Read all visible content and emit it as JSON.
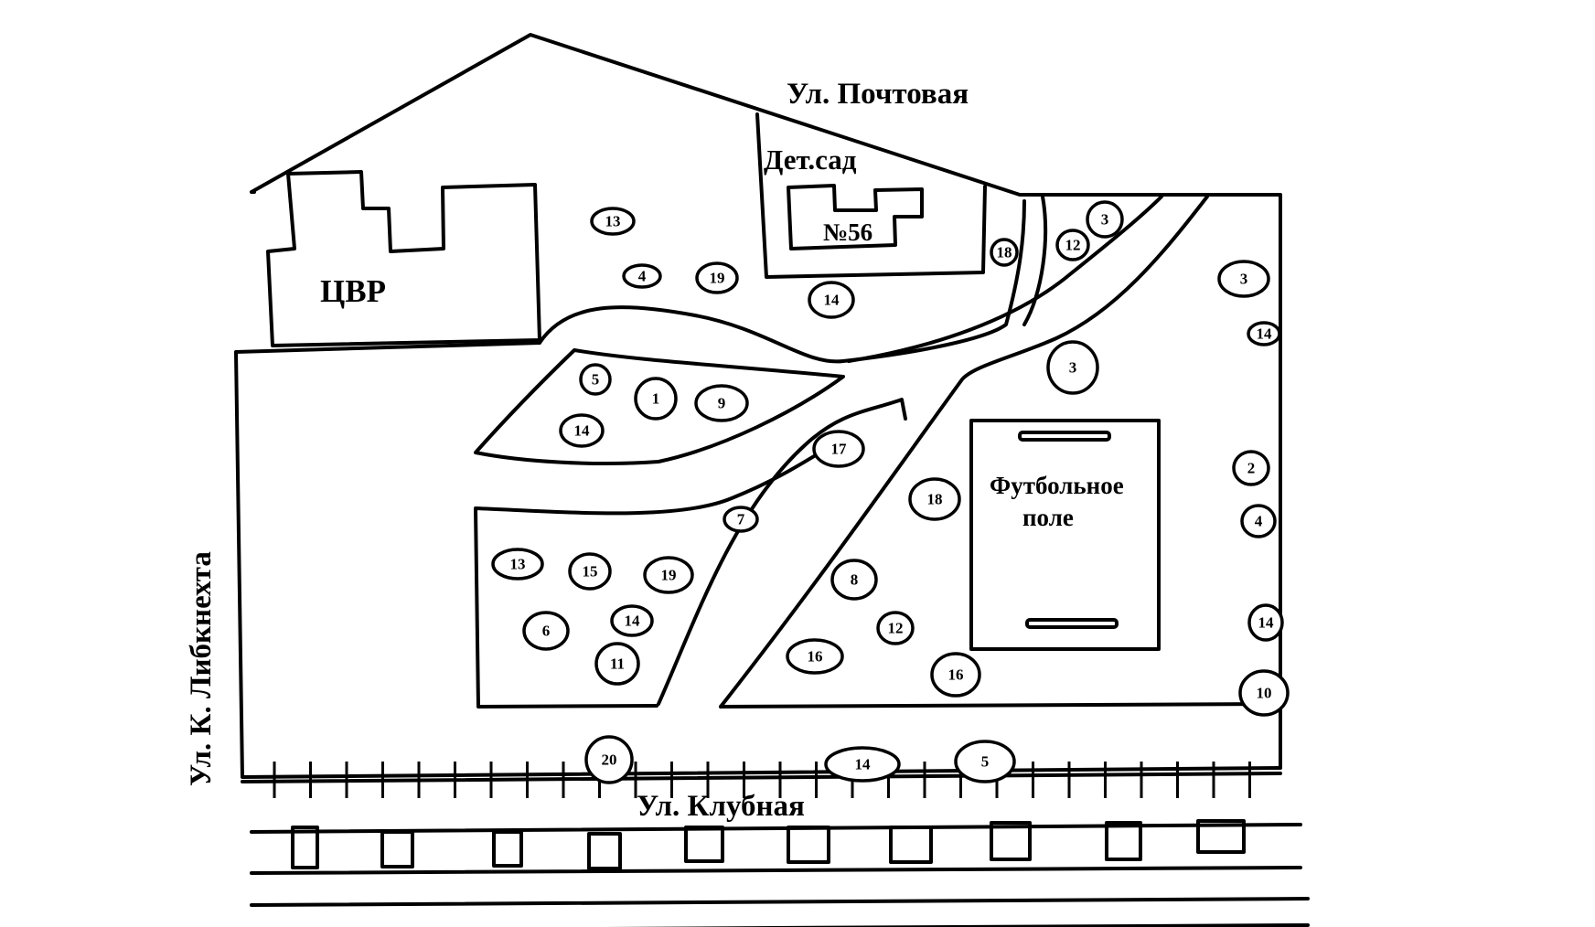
{
  "labels": {
    "street_north": "Ул. Почтовая",
    "kindergarten": "Дет.сад",
    "kindergarten_number": "№56",
    "cvr": "ЦВР",
    "football_line1": "Футбольное",
    "football_line2": "поле",
    "street_south": "Ул. Клубная",
    "street_west": "Ул. К. Либкнехта"
  },
  "trees": [
    "13",
    "4",
    "19",
    "14",
    "18",
    "12",
    "3",
    "3",
    "14",
    "3",
    "5",
    "1",
    "9",
    "14",
    "17",
    "18",
    "2",
    "4",
    "7",
    "13",
    "15",
    "19",
    "8",
    "16",
    "14",
    "6",
    "12",
    "11",
    "16",
    "14",
    "10",
    "20",
    "14",
    "5"
  ]
}
